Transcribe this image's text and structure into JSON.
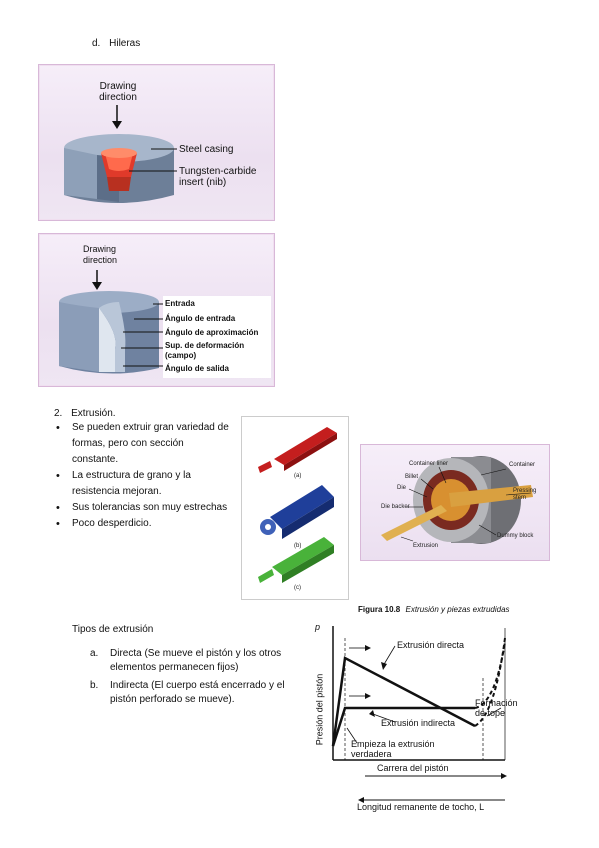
{
  "section_d": {
    "letter": "d.",
    "title": "Hileras"
  },
  "fig1": {
    "direction": [
      "Drawing",
      "direction"
    ],
    "labels": [
      "Steel casing",
      "Tungsten-carbide",
      "insert (nib)"
    ]
  },
  "fig2": {
    "direction": [
      "Drawing",
      "direction"
    ],
    "labels": [
      "Entrada",
      "Ángulo de entrada",
      "Ángulo de aproximación",
      "Sup. de deformación",
      "(campo)",
      "Ángulo de salida"
    ]
  },
  "extrusion": {
    "number": "2.",
    "title": "Extrusión.",
    "bullets": [
      "Se pueden extruir gran variedad de formas, pero con sección constante.",
      "La estructura de grano y la resistencia mejoran.",
      "Sus tolerancias son muy estrechas",
      "Poco desperdicio."
    ]
  },
  "press_labels": {
    "container_liner": "Container liner",
    "container": "Container",
    "billet": "Billet",
    "die": "Die",
    "pressing_stem": "Pressing stem",
    "die_backer": "Die backer",
    "extrusion": "Extrusion",
    "dummy_block": "Dummy block"
  },
  "profile_labels": [
    "(a)",
    "(b)",
    "(c)"
  ],
  "tipos": {
    "title": "Tipos de extrusión",
    "items": [
      {
        "letter": "a.",
        "text": "Directa (Se mueve el pistón y los otros elementos permanecen fijos)"
      },
      {
        "letter": "b.",
        "text": "Indirecta (El cuerpo está encerrado y el pistón perforado se mueve)."
      }
    ]
  },
  "figure_caption": {
    "number": "Figura 10.8",
    "text": "Extrusión y piezas extrudidas"
  },
  "chart_data": {
    "type": "line",
    "title": "",
    "ylabel": "Presión del pistón",
    "xlabel": "Carrera del pistón",
    "y_symbol": "p",
    "bottom_label": "Longitud remanente de tocho, L",
    "annotations": [
      "Extrusión directa",
      "Extrusión indirecta",
      "Empieza la extrusión verdadera",
      "Formación de tope"
    ],
    "series": [
      {
        "name": "Extrusión directa",
        "style": "solid+dashed"
      },
      {
        "name": "Extrusión indirecta",
        "style": "solid+dashed"
      }
    ]
  }
}
